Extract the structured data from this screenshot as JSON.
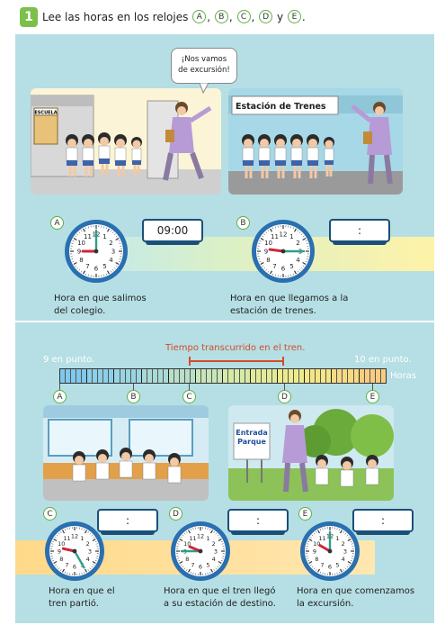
{
  "exercise": {
    "number": "1",
    "instruction_prefix": "Lee las horas en los relojes",
    "letters": [
      "A",
      "B",
      "C",
      "D",
      "E"
    ],
    "sep_1": ",",
    "sep_2": ",",
    "sep_3": ",",
    "sep_y": "y",
    "end": "."
  },
  "scene_school": {
    "sign": "ESCUELA",
    "speech": [
      "¡Nos vamos",
      "de excursión!"
    ]
  },
  "scene_station": {
    "sign": "Estación de Trenes"
  },
  "scene_park": {
    "sign": [
      "Entrada",
      "Parque"
    ]
  },
  "clocks": [
    {
      "letter": "A",
      "time": "09:00",
      "hour": 9,
      "minute": 0,
      "caption": [
        "Hora en que salimos",
        "del colegio."
      ]
    },
    {
      "letter": "B",
      "time": ":",
      "hour": 9,
      "minute": 15,
      "caption": [
        "Hora en que llegamos a la",
        "estación de trenes."
      ]
    },
    {
      "letter": "C",
      "time": ":",
      "hour": 9,
      "minute": 25,
      "caption": [
        "Hora en que el",
        "tren partió."
      ]
    },
    {
      "letter": "D",
      "time": ":",
      "hour": 9,
      "minute": 45,
      "caption": [
        "Hora en que el tren llegó",
        "a su estación de destino."
      ]
    },
    {
      "letter": "E",
      "time": ":",
      "hour": 10,
      "minute": 0,
      "caption": [
        "Hora en que comenzamos",
        "la excursión."
      ]
    }
  ],
  "timeline": {
    "title": "Tiempo transcurrido en el tren.",
    "start_label": "9 en punto.",
    "end_label": "10 en punto.",
    "unit_label": "Horas",
    "markers": [
      "A",
      "B",
      "C",
      "D",
      "E"
    ]
  },
  "colors": {
    "panel": "#b5dfe4",
    "accent_green": "#7cc04a",
    "time_box_border": "#1a4f7a",
    "travel_bar": "#d44b2b"
  }
}
